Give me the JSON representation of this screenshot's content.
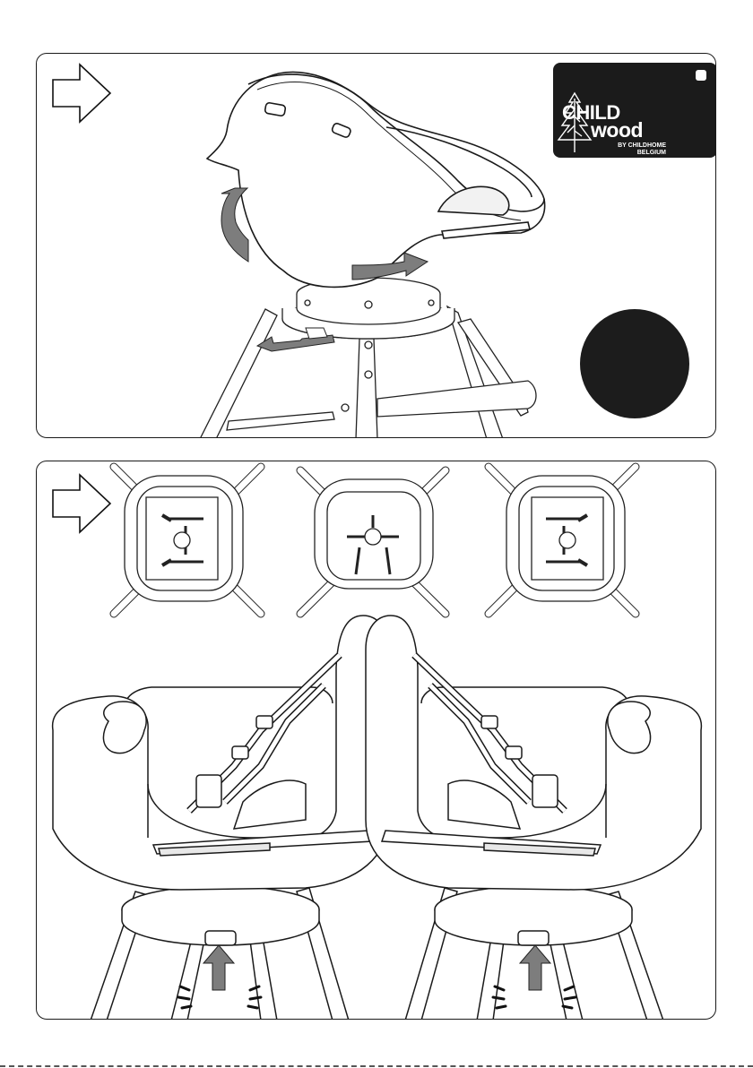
{
  "logo": {
    "line1": "CHILD",
    "line2": "wood",
    "line3": "BY CHILDHOME",
    "line4": "BELGIUM"
  },
  "colors": {
    "ink": "#1a1a1a",
    "arrow_gray": "#7d7d7d",
    "badge": "#1c1c1c"
  },
  "icons": [
    "step-arrow-icon",
    "rotate-arrow-icon",
    "pull-lever-arrow-icon",
    "push-up-arrow-icon",
    "tree-icon"
  ]
}
